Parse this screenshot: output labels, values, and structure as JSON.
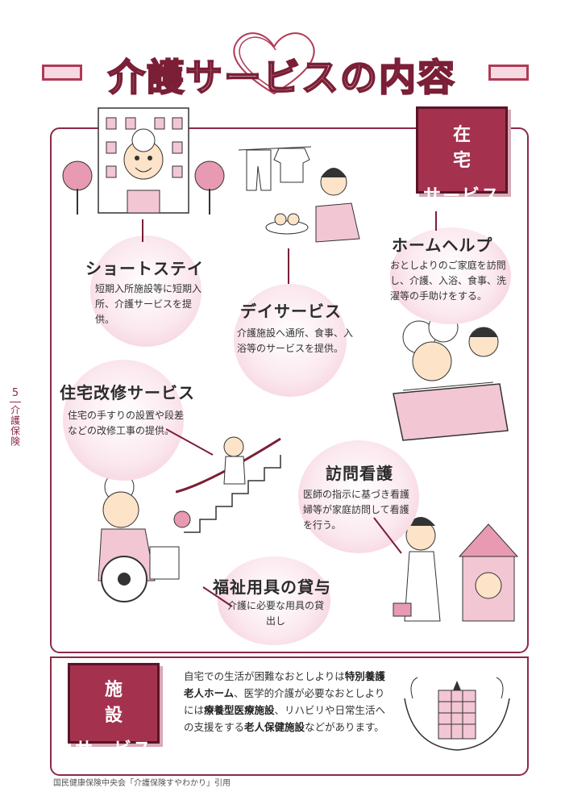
{
  "title": "介護サービスの内容",
  "side_tab": {
    "number": "5",
    "label": "介護保険"
  },
  "home_services": {
    "label_line1": "在宅",
    "label_line2": "サービス",
    "items": [
      {
        "title": "ショートステイ",
        "desc": "短期入所施設等に短期入所、介護サービスを提供。"
      },
      {
        "title": "デイサービス",
        "desc": "介護施設へ通所、食事、入浴等のサービスを提供。"
      },
      {
        "title": "ホームヘルプ",
        "desc": "おとしよりのご家庭を訪問し、介護、入浴、食事、洗濯等の手助けをする。"
      },
      {
        "title": "住宅改修サービス",
        "desc": "住宅の手すりの設置や段差などの改修工事の提供。"
      },
      {
        "title": "訪問看護",
        "desc": "医師の指示に基づき看護婦等が家庭訪問して看護を行う。"
      },
      {
        "title": "福祉用具の貸与",
        "desc": "介護に必要な用具の貸出し"
      }
    ]
  },
  "facility_services": {
    "label_line1": "施設",
    "label_line2": "サービス",
    "text_parts": [
      "自宅での生活が困難なおとしよりは",
      "特別養護老人ホーム",
      "、医学的介護が必要なおとしよりには",
      "療養型医療施設",
      "、リハビリや日常生活への支援をする",
      "老人保健施設",
      "などがあります。"
    ]
  },
  "footer": "国民健康保険中央会「介護保険すやわかり」引用",
  "colors": {
    "accent": "#a4324f",
    "accent_dark": "#7a1f36",
    "pink": "#f3c6d4"
  }
}
